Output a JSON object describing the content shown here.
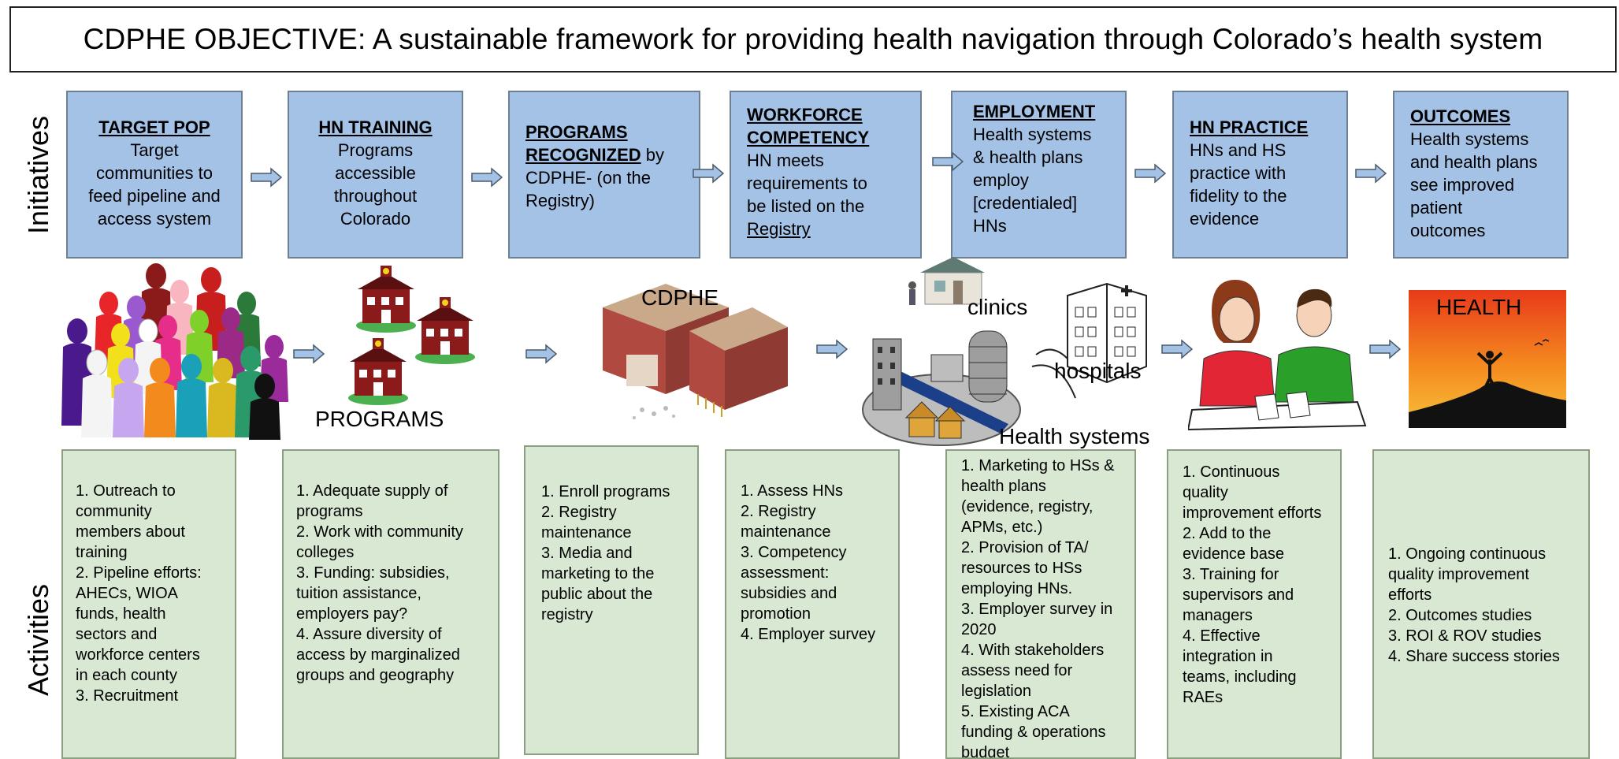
{
  "title": "CDPHE OBJECTIVE: A sustainable framework for providing health navigation through Colorado’s health system",
  "side_labels": {
    "initiatives": "Initiatives",
    "activities": "Activities"
  },
  "initiatives": [
    {
      "head": "TARGET POP",
      "lines": [
        "Target",
        "communities to",
        "feed pipeline and",
        "access system"
      ]
    },
    {
      "head": "HN TRAINING",
      "lines": [
        "Programs",
        "accessible",
        "throughout",
        "Colorado"
      ]
    },
    {
      "head1": "PROGRAMS",
      "head2": "RECOGNIZED",
      "tail": " by",
      "lines": [
        "CDPHE- (on the",
        "Registry)"
      ]
    },
    {
      "head1": "WORKFORCE",
      "head2": "COMPETENCY",
      "lines": [
        "HN meets",
        "requirements to",
        "be listed on the"
      ],
      "underlined": "Registry"
    },
    {
      "head": "EMPLOYMENT",
      "lines": [
        "Health systems",
        "& health plans",
        "employ",
        "[credentialed]",
        "HNs"
      ]
    },
    {
      "head": "HN PRACTICE",
      "lines": [
        "HNs and HS",
        "practice with",
        "fidelity to the",
        "evidence"
      ]
    },
    {
      "head": "OUTCOMES",
      "lines": [
        "Health systems",
        "and health plans",
        "see improved",
        "patient",
        "outcomes"
      ]
    }
  ],
  "illustration_labels": {
    "programs": "PROGRAMS",
    "cdphe": "CDPHE",
    "clinics": "clinics",
    "hospitals": "hospitals",
    "health_systems": "Health systems",
    "health": "HEALTH"
  },
  "activities": [
    [
      "1. Outreach to",
      "community",
      "members about",
      "training",
      "2. Pipeline efforts:",
      "AHECs, WIOA",
      "funds, health",
      "sectors and",
      "workforce centers",
      "in each county",
      "3. Recruitment"
    ],
    [
      "1. Adequate supply of",
      "programs",
      "2. Work with community",
      "colleges",
      "3. Funding: subsidies,",
      "tuition assistance,",
      "employers pay?",
      "4. Assure diversity of",
      "access by marginalized",
      "groups and geography"
    ],
    [
      "1. Enroll programs",
      "2. Registry",
      "maintenance",
      "3. Media and",
      "marketing to the",
      "public about the",
      "registry"
    ],
    [
      "1. Assess HNs",
      "2. Registry",
      "maintenance",
      "3. Competency",
      "assessment:",
      "subsidies and",
      "promotion",
      "4. Employer survey"
    ],
    [
      "1. Marketing to HSs &",
      "health plans",
      "(evidence, registry,",
      "APMs, etc.)",
      "2. Provision of TA/",
      "resources to HSs",
      "employing HNs.",
      "3. Employer survey in",
      "2020",
      "4. With stakeholders",
      "assess need for",
      "legislation",
      "5. Existing ACA",
      "funding & operations",
      "budget"
    ],
    [
      "1. Continuous",
      "quality",
      "improvement efforts",
      "2. Add to the",
      "evidence base",
      "3. Training for",
      "supervisors and",
      "managers",
      "4. Effective",
      "integration in",
      "teams, including",
      "RAEs"
    ],
    [
      "1. Ongoing continuous",
      "quality improvement",
      "efforts",
      "2. Outcomes studies",
      "3. ROI & ROV studies",
      "4. Share success stories"
    ]
  ],
  "colors": {
    "initiative_fill": "#a4c2e6",
    "activity_fill": "#d8e8d3",
    "arrow_fill": "#a4c2e6"
  }
}
